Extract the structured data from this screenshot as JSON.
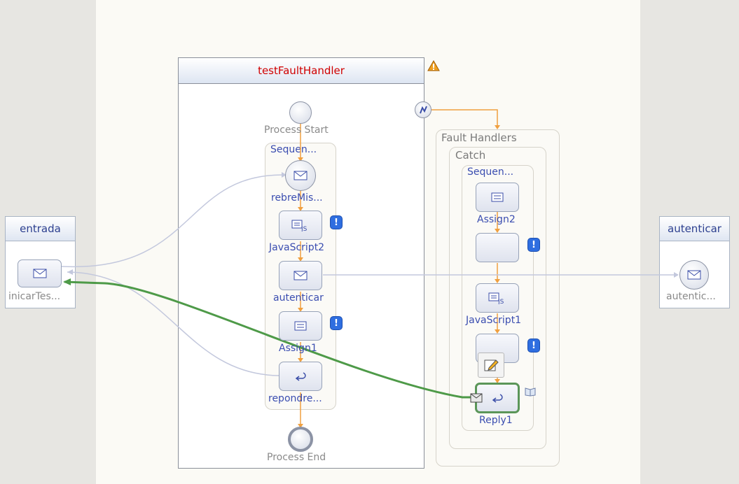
{
  "process": {
    "title": "testFaultHandler"
  },
  "partners": {
    "left": "entrada",
    "right": "autenticar"
  },
  "left_partner_op": "inicarTes...",
  "right_partner_op": "autentic...",
  "main": {
    "start_label": "Process Start",
    "end_label": "Process End",
    "sequence_label": "Sequen...",
    "activities": [
      "rebreMis...",
      "JavaScript2",
      "autenticar",
      "Assign1",
      "repondre..."
    ]
  },
  "fault": {
    "title": "Fault Handlers",
    "catch_label": "Catch",
    "sequence_label": "Sequen...",
    "activities": [
      "Assign2",
      "JavaScript1",
      "Reply1"
    ]
  },
  "colors": {
    "accent_orange": "#f0a040",
    "link_green": "#4e9a48",
    "link_gray": "#c3c8dd",
    "title_red": "#d00000"
  }
}
